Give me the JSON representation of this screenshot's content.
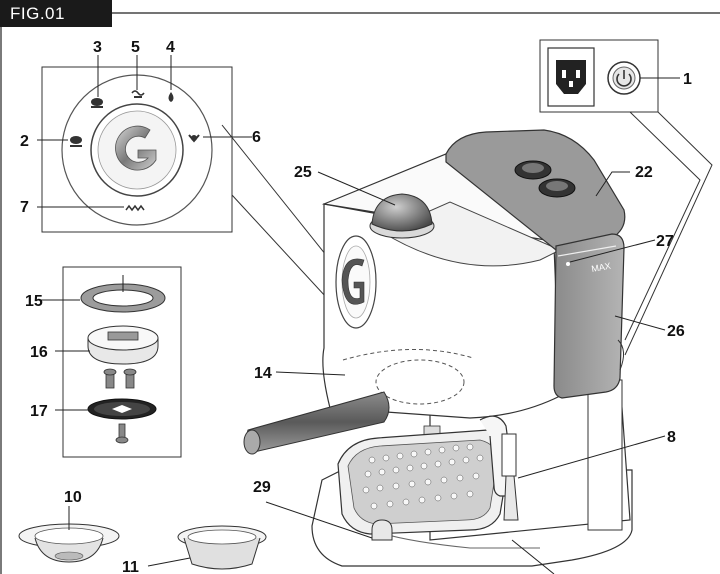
{
  "figure": {
    "label": "FIG.01",
    "max_mark": "MAX",
    "callouts": {
      "c1": "1",
      "c2": "2",
      "c3": "3",
      "c4": "4",
      "c5": "5",
      "c6": "6",
      "c7": "7",
      "c8": "8",
      "c10": "10",
      "c11": "11",
      "c14": "14",
      "c15": "15",
      "c16": "16",
      "c17": "17",
      "c22": "22",
      "c25": "25",
      "c26": "26",
      "c27": "27",
      "c29": "29"
    }
  }
}
